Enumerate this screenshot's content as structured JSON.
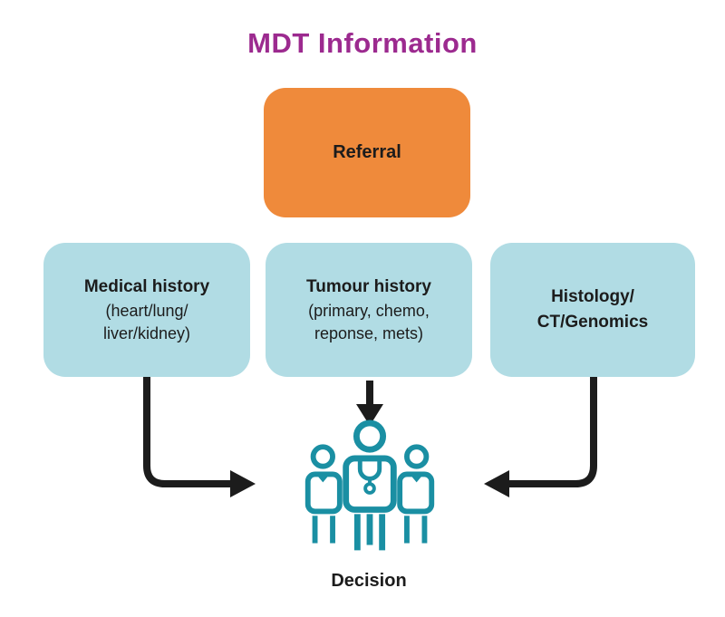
{
  "title": "MDT Information",
  "colors": {
    "title": "#9c2a8f",
    "referral_bg": "#ef8a3b",
    "box_bg": "#b1dce4",
    "icon": "#1a8fa3",
    "arrow": "#1c1c1c",
    "text": "#1c1c1c"
  },
  "nodes": {
    "referral": {
      "label": "Referral"
    },
    "medical_history": {
      "title": "Medical history",
      "lines": [
        "(heart/lung/",
        "liver/kidney)"
      ]
    },
    "tumour_history": {
      "title": "Tumour history",
      "lines": [
        "(primary, chemo,",
        "reponse, mets)"
      ]
    },
    "histology": {
      "lines": [
        "Histology/",
        "CT/Genomics"
      ]
    },
    "decision": {
      "label": "Decision"
    }
  },
  "icons": {
    "team": "medical-team-icon"
  }
}
